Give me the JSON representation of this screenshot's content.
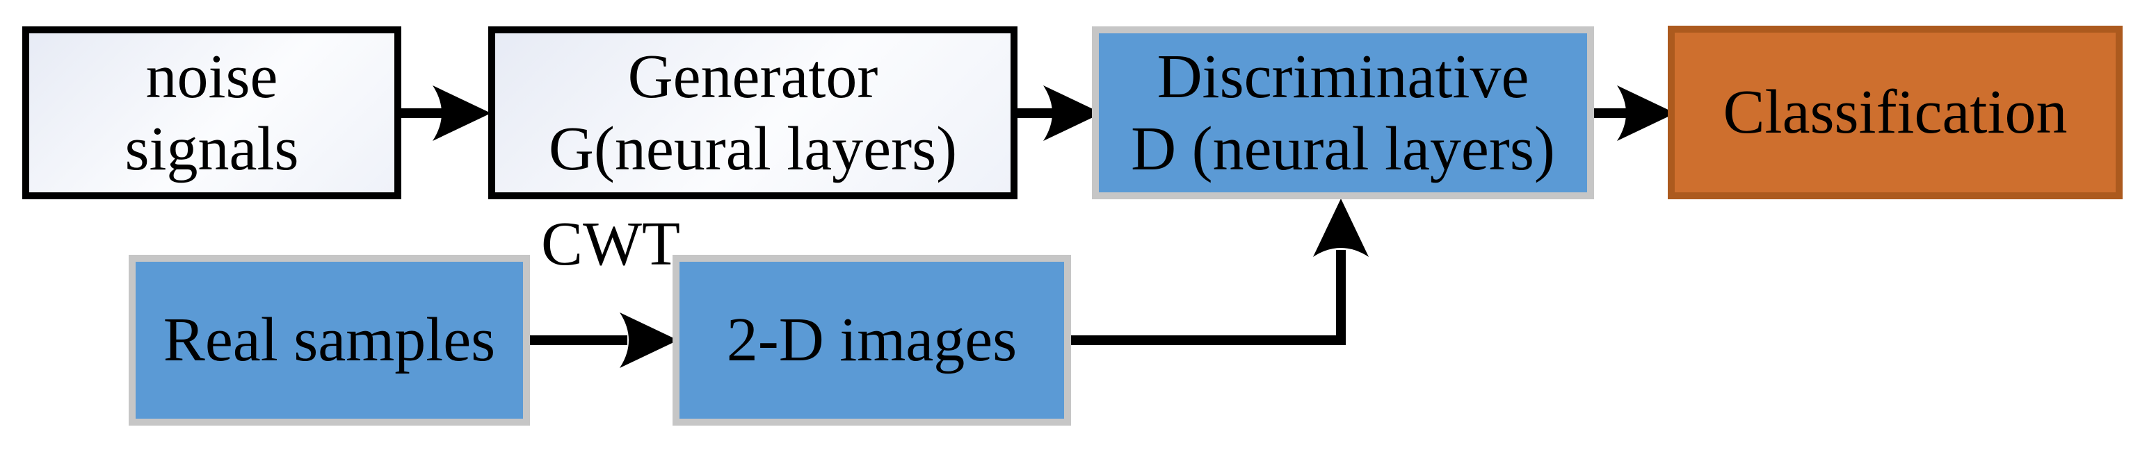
{
  "nodes": {
    "noise_signals": {
      "lines": [
        "noise",
        "signals"
      ]
    },
    "generator": {
      "lines": [
        "Generator",
        "G(neural layers)"
      ]
    },
    "discriminative": {
      "lines": [
        "Discriminative",
        "D (neural layers)"
      ]
    },
    "classification": {
      "lines": [
        "Classification"
      ]
    },
    "real_samples": {
      "lines": [
        "Real samples"
      ]
    },
    "two_d_images": {
      "lines": [
        "2-D images"
      ]
    }
  },
  "edges": {
    "cwt_label": "CWT"
  },
  "colors": {
    "box_blue_fill": "#5b9ad5",
    "box_blue_border": "#c6c6c6",
    "box_orange_fill": "#ce6f2e",
    "box_orange_border": "#ac5a1e",
    "box_white_border": "#000000",
    "arrow_black": "#000000"
  }
}
